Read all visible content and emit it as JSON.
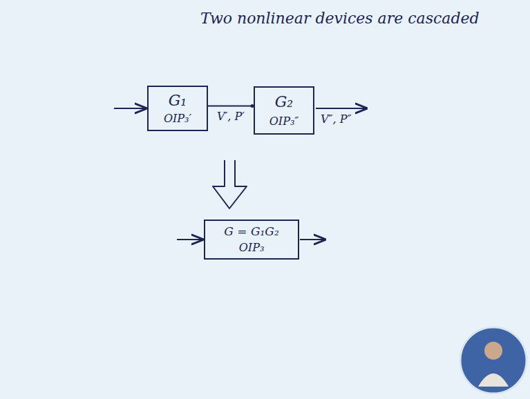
{
  "diagram": {
    "title": "Two nonlinear devices are cascaded",
    "nodes": [
      {
        "text": [
          "G₁",
          "OIP₃′"
        ]
      },
      {
        "text": [
          "G₂",
          "OIP₃″"
        ]
      },
      {
        "text": [
          "G = G₁G₂",
          "OIP₃"
        ]
      }
    ],
    "edges": [
      {
        "from": 0,
        "to": 1,
        "arrow": "none",
        "label": "V′, P′"
      }
    ],
    "labels": [
      "V″, P″"
    ]
  }
}
